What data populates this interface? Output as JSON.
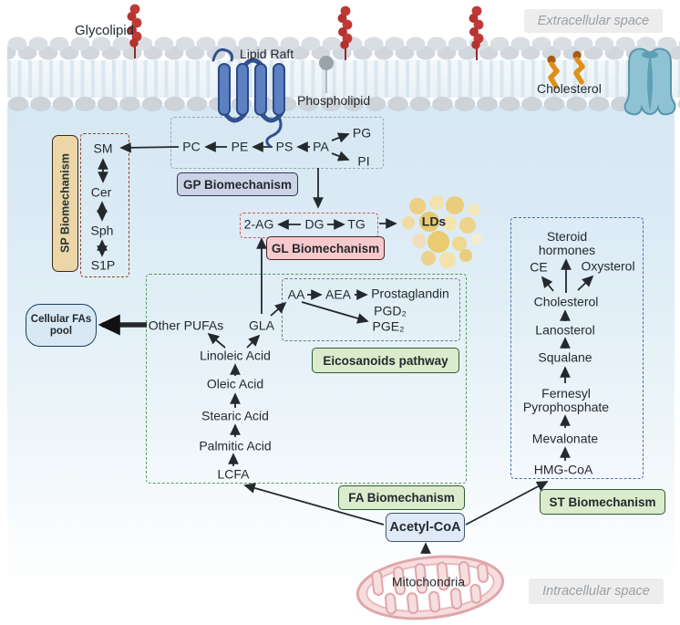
{
  "regions": {
    "extracellular": "Extracellular space",
    "intracellular": "Intracellular space"
  },
  "membrane": {
    "glycolipid": "Glycolipid",
    "lipid_raft": "Lipid Raft",
    "phospholipid": "Phospholipid",
    "cholesterol": "Cholesterol"
  },
  "sp": {
    "title": "SP Biomechanism",
    "nodes": {
      "sm": "SM",
      "cer": "Cer",
      "sph": "Sph",
      "s1p": "S1P"
    }
  },
  "gp": {
    "title": "GP Biomechanism",
    "nodes": {
      "pc": "PC",
      "pe": "PE",
      "ps": "PS",
      "pa": "PA",
      "pg": "PG",
      "pi": "PI"
    }
  },
  "gl": {
    "title": "GL Biomechanism",
    "nodes": {
      "ag2": "2-AG",
      "dg": "DG",
      "tg": "TG"
    },
    "lds": "LDs"
  },
  "eicosanoids": {
    "title": "Eicosanoids pathway",
    "nodes": {
      "aa": "AA",
      "aea": "AEA",
      "prostaglandin": "Prostaglandin",
      "pgd2": "PGD₂",
      "pge2": "PGE₂"
    }
  },
  "fa": {
    "title": "FA Biomechanism",
    "nodes": {
      "other_pufas": "Other PUFAs",
      "gla": "GLA",
      "linoleic": "Linoleic Acid",
      "oleic": "Oleic Acid",
      "stearic": "Stearic Acid",
      "palmitic": "Palmitic Acid",
      "lcfa": "LCFA"
    }
  },
  "st": {
    "title": "ST Biomechanism",
    "nodes": {
      "steroid_hormones": "Steroid hormones",
      "ce": "CE",
      "oxysterol": "Oxysterol",
      "cholesterol": "Cholesterol",
      "lanosterol": "Lanosterol",
      "squalane": "Squalane",
      "farnesyl": "Fernesyl Pyrophosphate",
      "mevalonate": "Mevalonate",
      "hmg_coa": "HMG-CoA"
    }
  },
  "central": {
    "acetyl_coa": "Acetyl-CoA",
    "mitochondria": "Mitochondria",
    "cellular_fas_pool": "Cellular FAs pool"
  },
  "colors": {
    "sp_label_bg": "#ecd6a7",
    "sp_dash": "#8a4a2f",
    "gp_label_bg": "#cdd3e6",
    "gp_dash": "#9aa7b2",
    "gl_label_bg": "#f6c9cd",
    "gl_dash": "#d05a5e",
    "green_label_bg": "#daeccc",
    "fa_dash": "#5a9a5a",
    "st_dash": "#4a6fa5",
    "eicosanoid_dash": "#6f7f72",
    "acetyl_bg": "#dfeaf8",
    "pool_bg": "#d8e9f5",
    "intracellular_bg": "#d6e8f3",
    "space_label_bg": "#ededed",
    "glycolipid_red": "#bf3a36",
    "cholesterol_orange": "#e09018",
    "membrane_gray": "#d2d8dd",
    "lds_yellow": "#e9cb70",
    "mitochondria_pink": "#e0a6aa",
    "raft_blue": "#5d80c1",
    "channel_teal": "#8fc2d2",
    "arrow": "#24292e"
  }
}
